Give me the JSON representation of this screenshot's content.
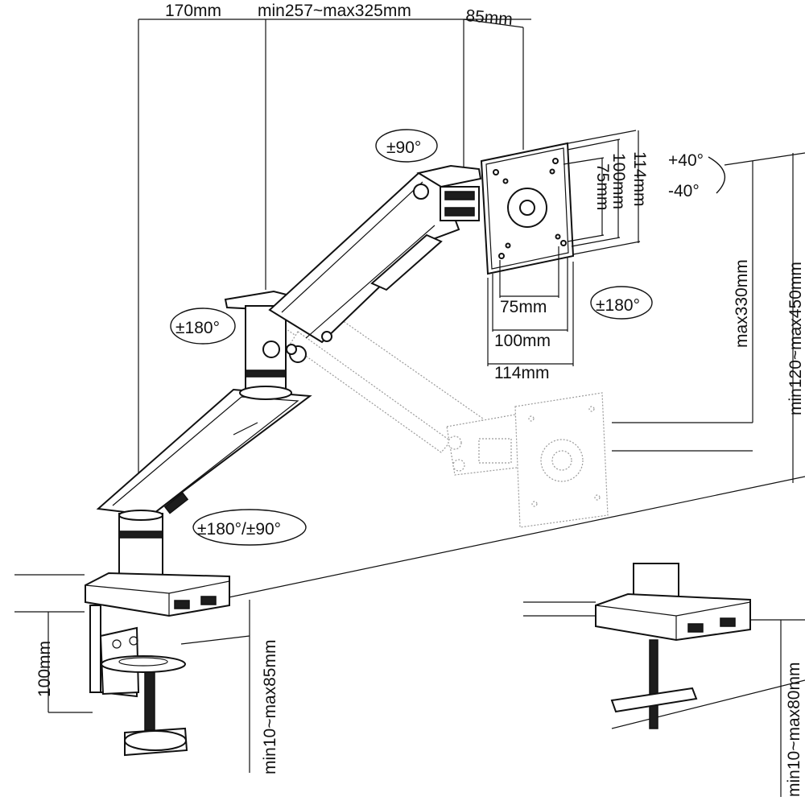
{
  "dimensions": {
    "base_offset": "170mm",
    "arm_reach": "min257~max325mm",
    "head_offset": "85mm",
    "vesa_75_v": "75mm",
    "vesa_100_v": "100mm",
    "vesa_114_v": "114mm",
    "vesa_75_h": "75mm",
    "vesa_100_h": "100mm",
    "vesa_114_h": "114mm",
    "lift_range": "max330mm",
    "height_range": "min120~max450mm",
    "clamp_height": "100mm",
    "clamp_range_main": "min10~max85mm",
    "clamp_range_detail": "min10~max80mm"
  },
  "rotations": {
    "head_swivel": "±90°",
    "tilt_up": "+40°",
    "tilt_down": "-40°",
    "rotate_screen": "±180°",
    "joint_swivel": "±180°",
    "base_swivel": "±180°/±90°"
  },
  "colors": {
    "line": "#111111",
    "ghost": "#9a9a9a",
    "background": "#ffffff"
  }
}
